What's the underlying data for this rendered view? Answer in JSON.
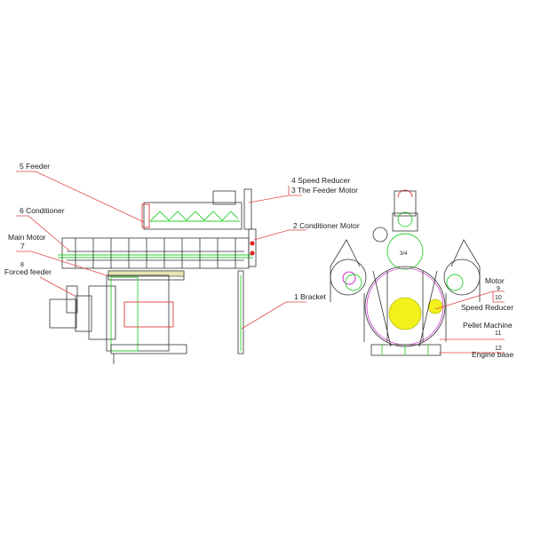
{
  "labels": {
    "feeder": "5  Feeder",
    "conditioner": "6 Conditioner",
    "main_motor": "Main Motor",
    "num7": "7",
    "num8": "8",
    "forced_feeder": "Forced feeder",
    "speed_reducer_4": "4 Speed Reducer",
    "feeder_motor": "3 The Feeder Motor",
    "conditioner_motor": "2 Conditioner Motor",
    "bracket": "1 Bracket",
    "motor": "Motor",
    "num9": "9",
    "num10": "10",
    "speed_reducer_10": "Speed Reducer",
    "pellet_machine": "Pellet Machine",
    "num11": "11",
    "num12": "12",
    "engine_base": "Engine base",
    "dimension": "3/4"
  },
  "colors": {
    "line": "#333333",
    "green": "#2bd12b",
    "red": "#e02020",
    "leader": "#e04848",
    "yellow": "#f2f21a"
  }
}
